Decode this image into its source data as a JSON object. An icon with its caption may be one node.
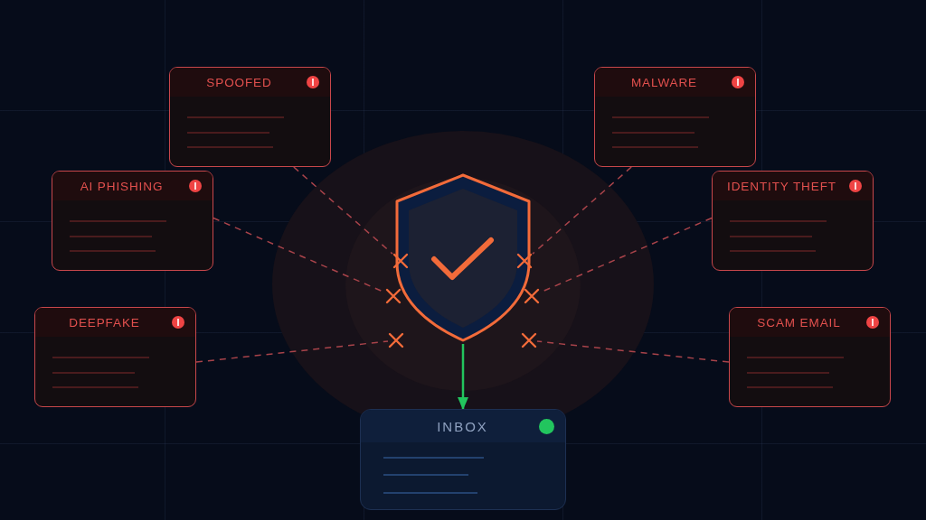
{
  "diagram": {
    "nodes": [
      {
        "text": [
          "SPOOFED"
        ]
      },
      {
        "text": [
          "MALWARE"
        ]
      },
      {
        "text": [
          "AI PHISHING"
        ]
      },
      {
        "text": [
          "IDENTITY THEFT"
        ]
      },
      {
        "text": [
          "DEEPFAKE"
        ]
      },
      {
        "text": [
          "SCAM EMAIL"
        ]
      },
      {
        "text": [],
        "shape": "shield"
      },
      {
        "text": [],
        "shape": "cross"
      },
      {
        "text": [],
        "shape": "cross"
      },
      {
        "text": [],
        "shape": "cross"
      },
      {
        "text": [],
        "shape": "cross"
      },
      {
        "text": [],
        "shape": "cross"
      },
      {
        "text": [],
        "shape": "cross"
      },
      {
        "text": [
          "INBOX"
        ]
      }
    ],
    "edges": [
      {
        "from": 0,
        "to": 7,
        "arrow": "none",
        "style": "dashed"
      },
      {
        "from": 1,
        "to": 8,
        "arrow": "none",
        "style": "dashed"
      },
      {
        "from": 2,
        "to": 9,
        "arrow": "none",
        "style": "dashed"
      },
      {
        "from": 3,
        "to": 10,
        "arrow": "none",
        "style": "dashed"
      },
      {
        "from": 4,
        "to": 11,
        "arrow": "none",
        "style": "dashed"
      },
      {
        "from": 5,
        "to": 12,
        "arrow": "none",
        "style": "dashed"
      },
      {
        "from": 6,
        "to": 13,
        "arrow": "to",
        "color": "#22c55e"
      }
    ]
  }
}
